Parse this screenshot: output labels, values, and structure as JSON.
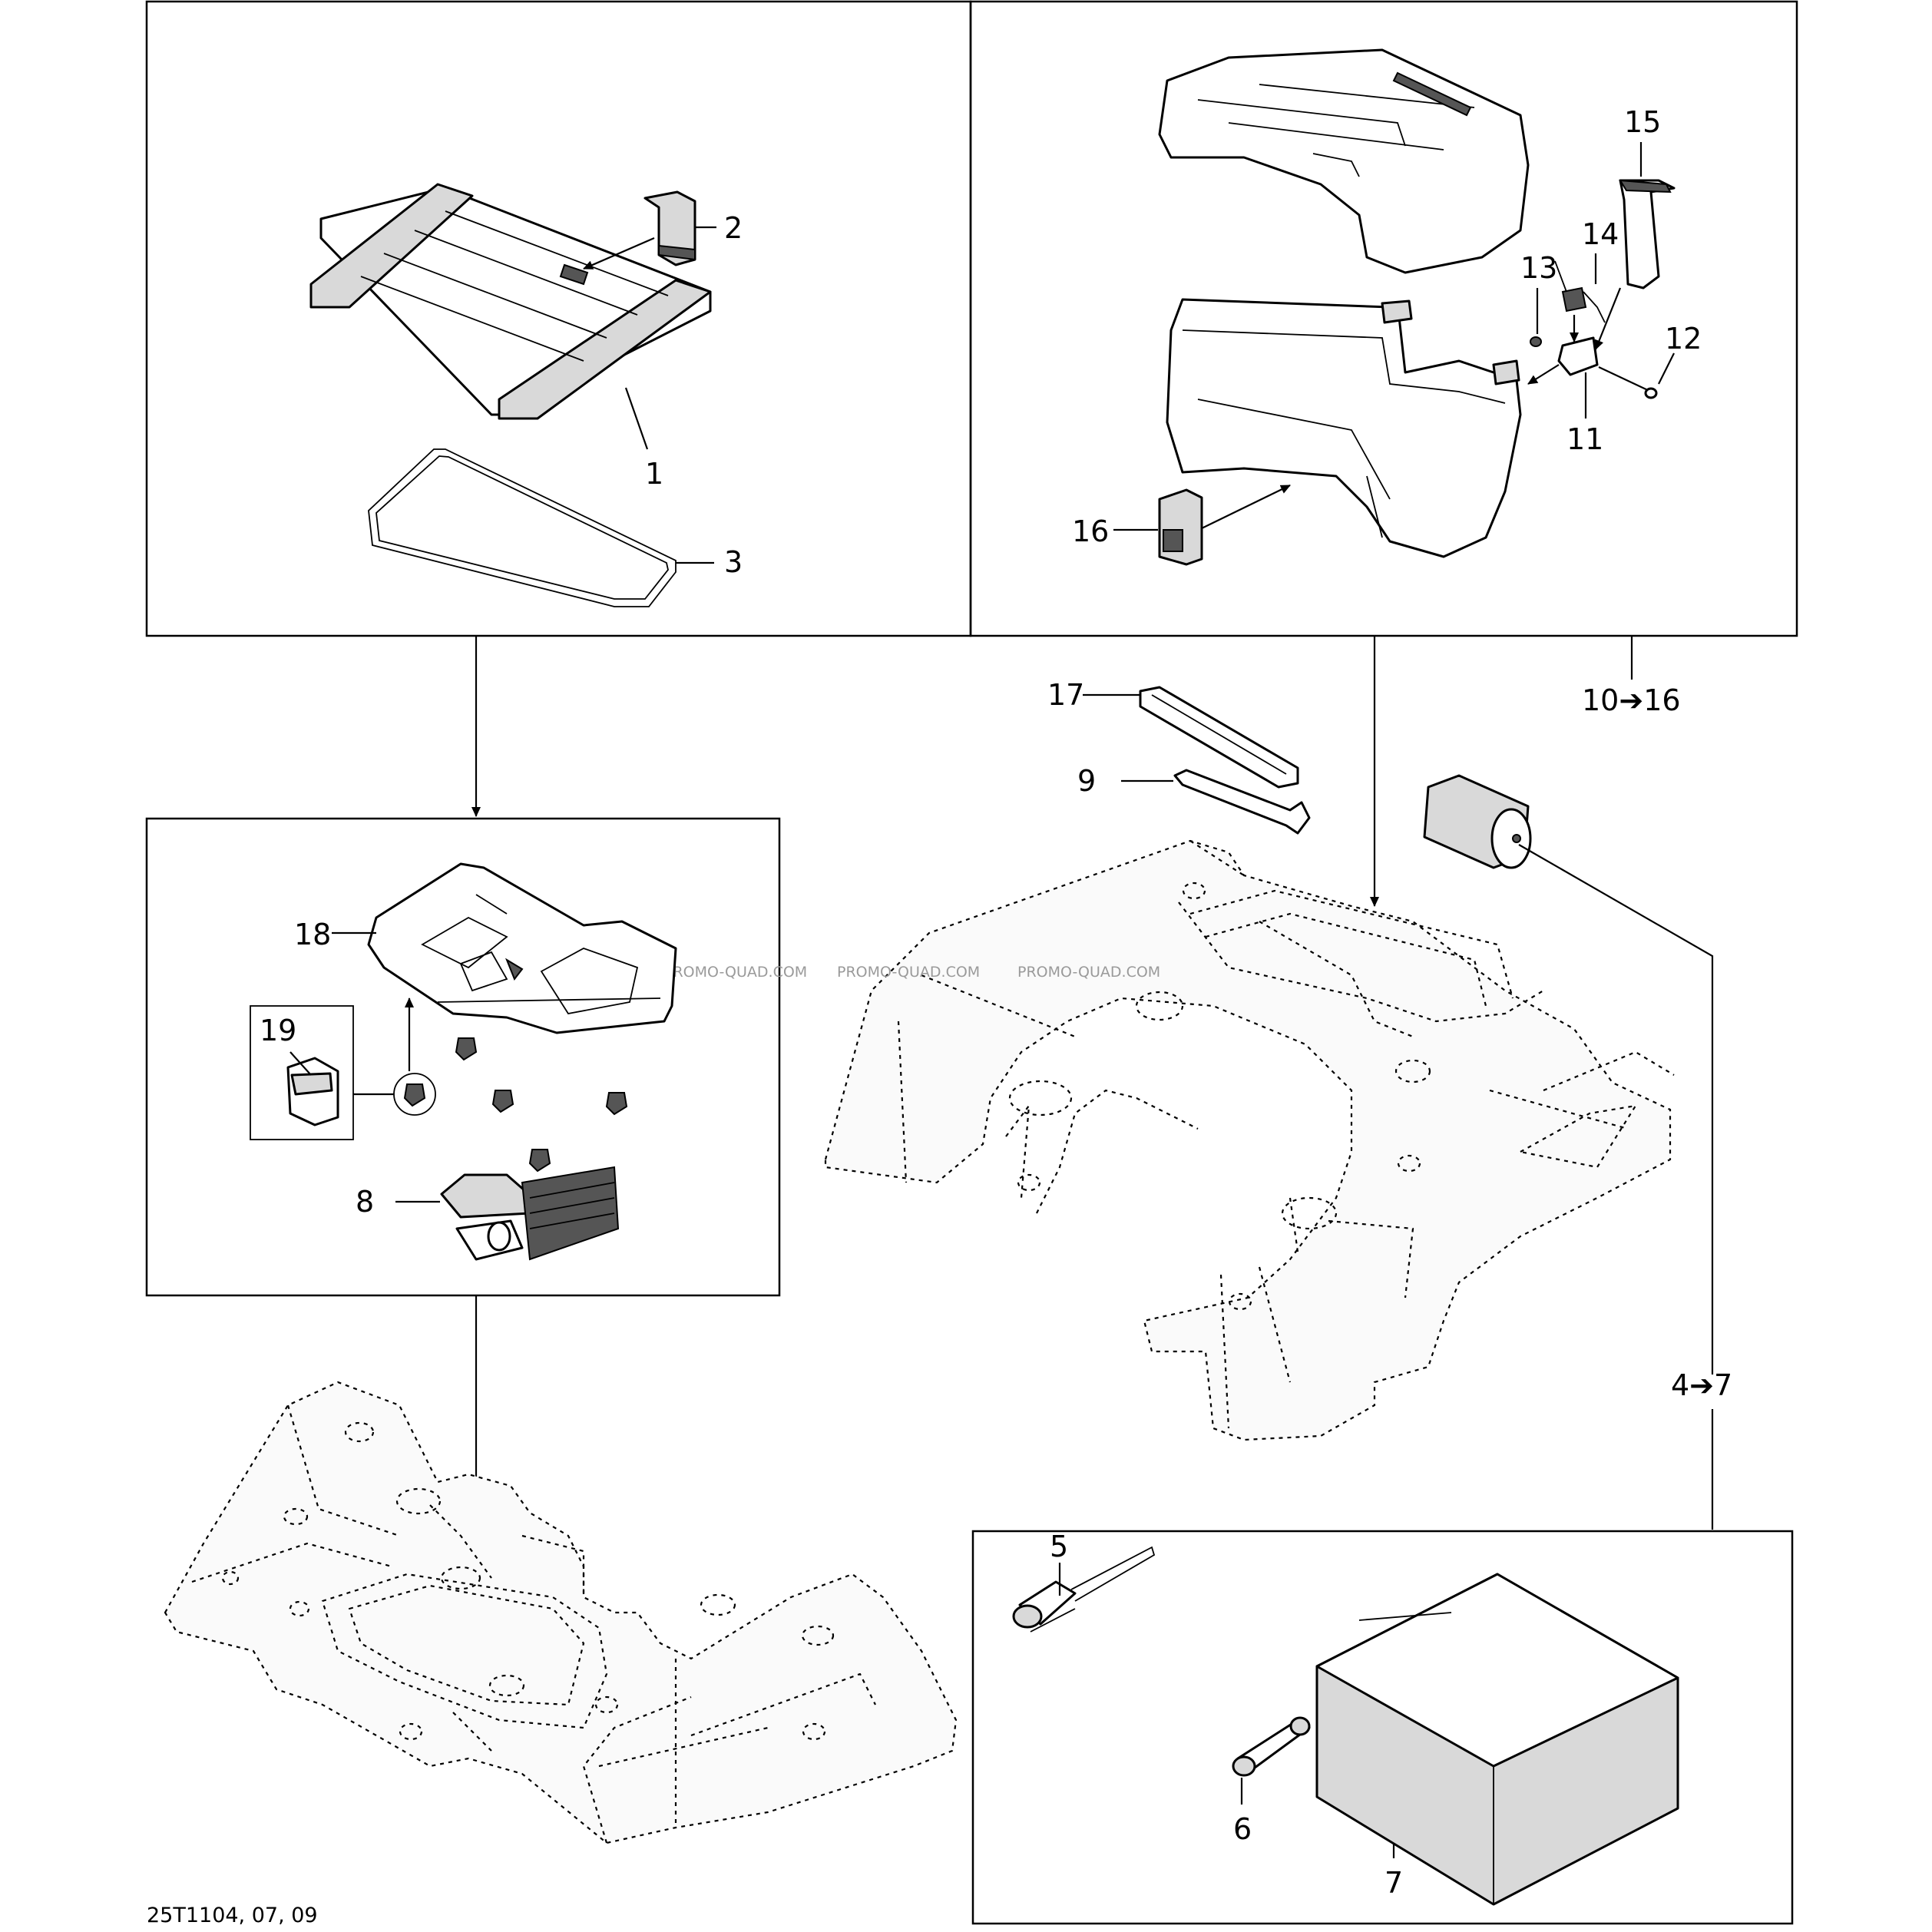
{
  "drawing_code": "25T1104, 07, 09",
  "watermark": "PROMO-QUAD.COM",
  "callouts": {
    "c1": "1",
    "c2": "2",
    "c3": "3",
    "c5": "5",
    "c6": "6",
    "c7": "7",
    "c8": "8",
    "c9": "9",
    "c11": "11",
    "c12": "12",
    "c13": "13",
    "c14": "14",
    "c15": "15",
    "c16": "16",
    "c17": "17",
    "c18": "18",
    "c19": "19"
  },
  "ranges": {
    "r10_16": "10➔16",
    "r4_7": "4➔7"
  }
}
